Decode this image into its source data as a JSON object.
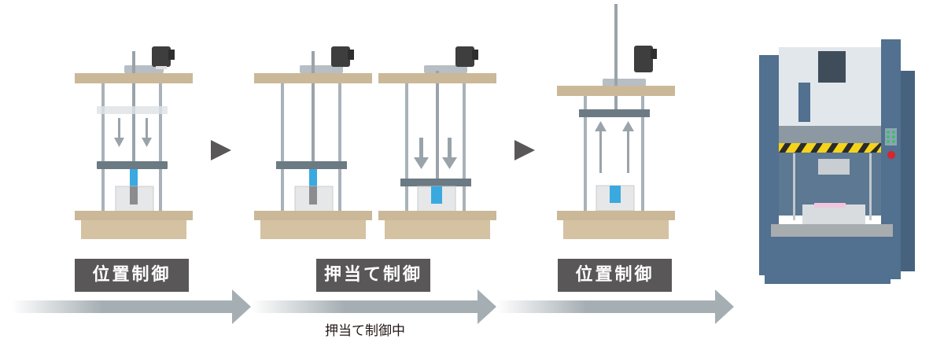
{
  "diagram": {
    "title": "Servo press control sequence",
    "stages": [
      {
        "id": "stage-1",
        "label": "位置制御",
        "mode": "position",
        "motion": "down",
        "ram_state": "approaching"
      },
      {
        "id": "stage-2",
        "label": "押当て制御",
        "mode": "pressing",
        "motion": "down",
        "ram_state": "contact"
      },
      {
        "id": "stage-3",
        "label": "位置制御",
        "mode": "position",
        "motion": "up",
        "ram_state": "retracting"
      }
    ],
    "sub_caption": "押当て制御中",
    "illustration": "servo-press-machine",
    "icons": [
      "servo-motor-icon",
      "ball-screw-icon",
      "ram-plate-icon",
      "workpiece-icon",
      "down-arrow-icon",
      "up-arrow-icon",
      "step-triangle-icon",
      "timeline-arrow-icon"
    ],
    "colors": {
      "label_bg": "#595757",
      "label_text": "#ffffff",
      "timeline_arrow": "#a5aeb3",
      "step_triangle": "#595757",
      "frame_wood": "#cbb898",
      "rod_gray": "#a9b2ba",
      "ram_plate": "#6b7a83",
      "punch_blue": "#3aa9e0",
      "workpiece": "#e6e7e8",
      "machine_blue": "#52708f",
      "hazard_yellow": "#f5d31a"
    }
  }
}
